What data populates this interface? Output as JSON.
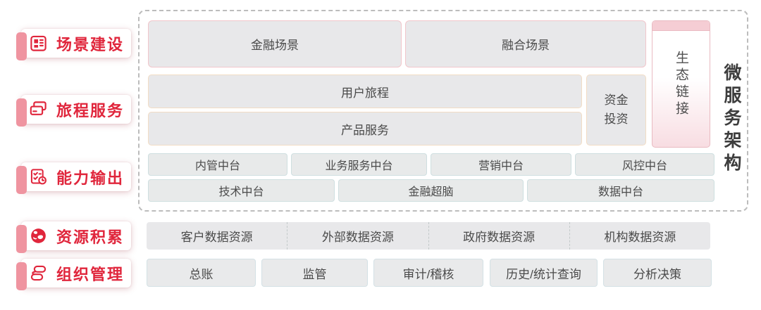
{
  "colors": {
    "accent_red": "#e0263c",
    "accent_red_light": "#ef94a0",
    "box_fill_gray": "#e8e8ea",
    "border_pink": "#f1c6cb",
    "border_tan": "#f2dcc4",
    "border_teal": "#cfdfe0",
    "border_blue": "#d4e1e5",
    "eco_pink": "#f5cdd4",
    "text_dark": "#4a4a4a",
    "title_dark": "#3d3d3d"
  },
  "sidebar": {
    "items": [
      {
        "label": "场景建设",
        "icon": "dashboard-grid-icon"
      },
      {
        "label": "旅程服务",
        "icon": "stacked-cards-icon"
      },
      {
        "label": "能力输出",
        "icon": "checklist-clock-icon"
      },
      {
        "label": "资源积累",
        "icon": "globe-icon"
      },
      {
        "label": "组织管理",
        "icon": "org-flow-icon"
      }
    ]
  },
  "diagram": {
    "vertical_title": "微服务架构",
    "eco_link_label": "生态链接",
    "scene_boxes": [
      "金融场景",
      "融合场景"
    ],
    "journey_box": "用户旅程",
    "product_box": "产品服务",
    "investment_box": "资金投资",
    "platform_row_top": [
      "内管中台",
      "业务服务中台",
      "营销中台",
      "风控中台"
    ],
    "platform_row_bottom": [
      "技术中台",
      "金融超脑",
      "数据中台"
    ],
    "data_resource_segments": [
      "客户数据资源",
      "外部数据资源",
      "政府数据资源",
      "机构数据资源"
    ],
    "management_boxes": [
      "总账",
      "监管",
      "审计/稽核",
      "历史/统计查询",
      "分析决策"
    ]
  }
}
